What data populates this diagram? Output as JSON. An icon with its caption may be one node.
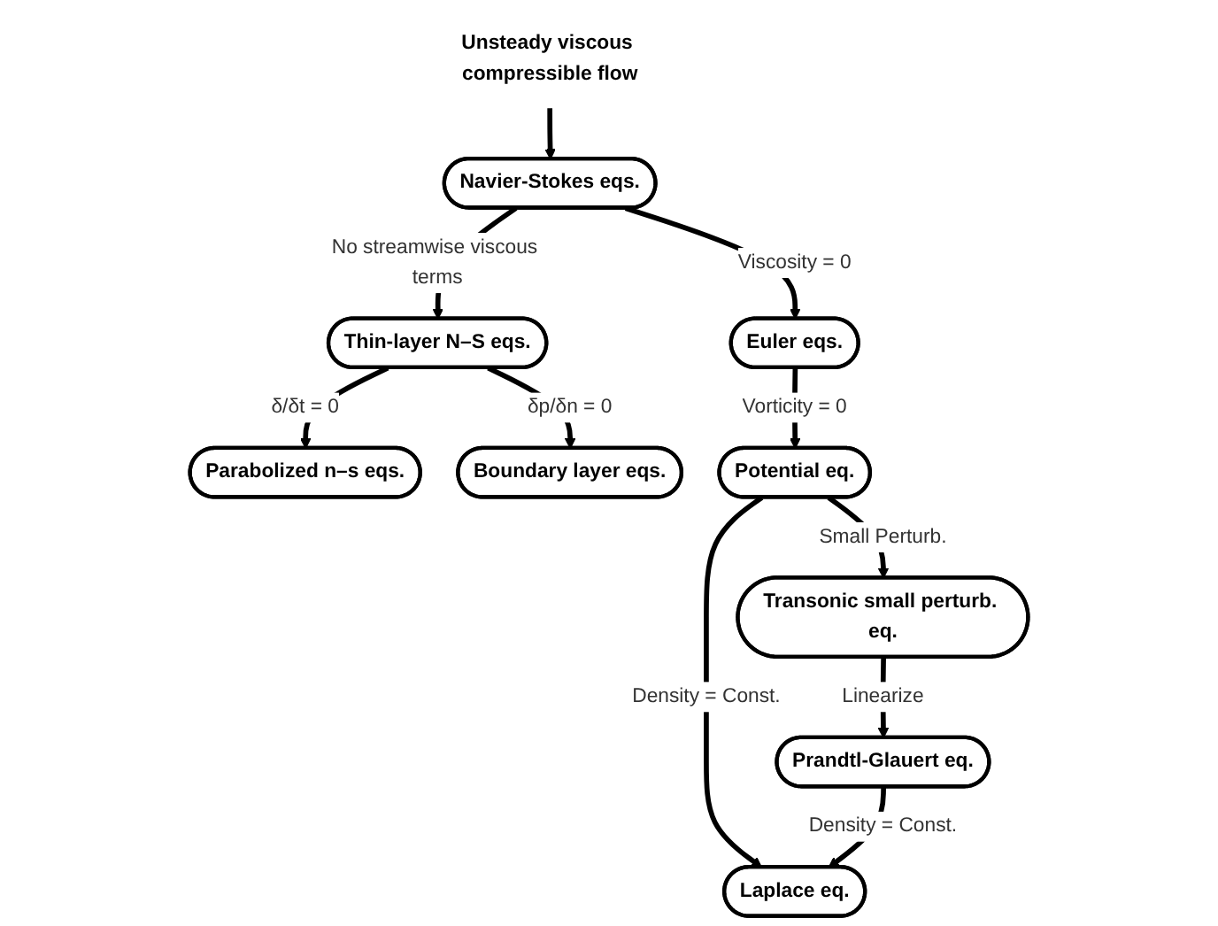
{
  "diagram": {
    "nodes": [
      {
        "text": [
          "Unsteady viscous compressible flow"
        ]
      },
      {
        "text": [
          "Navier-Stokes eqs."
        ]
      },
      {
        "text": [
          "Thin-layer N–S eqs."
        ]
      },
      {
        "text": [
          "Parabolized n–s eqs."
        ]
      },
      {
        "text": [
          "Boundary layer eqs."
        ]
      },
      {
        "text": [
          "Euler eqs."
        ]
      },
      {
        "text": [
          "Laplace eq."
        ]
      },
      {
        "text": [
          "Potential eq."
        ]
      },
      {
        "text": [
          "Transonic small perturb. eq."
        ]
      },
      {
        "text": [
          "Prandtl-Glauert eq."
        ]
      }
    ],
    "edges": [
      {
        "from": 0,
        "to": 1,
        "arrow": "to"
      },
      {
        "from": 1,
        "to": 2,
        "arrow": "to",
        "label": "No streamwise viscous terms"
      },
      {
        "from": 2,
        "to": 3,
        "arrow": "to",
        "label": "δ/δt = 0"
      },
      {
        "from": 2,
        "to": 4,
        "arrow": "to",
        "label": "δp/δn = 0"
      },
      {
        "from": 1,
        "to": 5,
        "arrow": "to",
        "label": "Viscosity = 0"
      },
      {
        "from": 5,
        "to": 7,
        "arrow": "to",
        "label": "Vorticity = 0"
      },
      {
        "from": 7,
        "to": 6,
        "arrow": "to",
        "label": "Density = Const."
      },
      {
        "from": 7,
        "to": 8,
        "arrow": "to",
        "label": "Small Perturb."
      },
      {
        "from": 8,
        "to": 9,
        "arrow": "to",
        "label": "Linearize"
      },
      {
        "from": 9,
        "to": 6,
        "arrow": "to",
        "label": "Density = Const."
      }
    ]
  }
}
